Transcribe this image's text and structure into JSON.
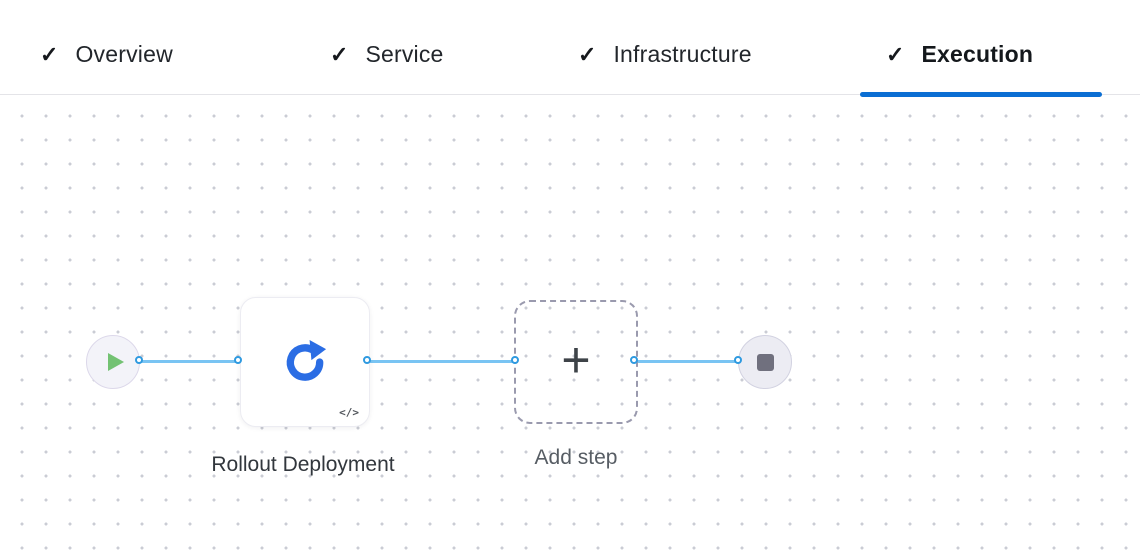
{
  "tabs": [
    {
      "label": "Overview",
      "checked": true,
      "active": false
    },
    {
      "label": "Service",
      "checked": true,
      "active": false
    },
    {
      "label": "Infrastructure",
      "checked": true,
      "active": false
    },
    {
      "label": "Execution",
      "checked": true,
      "active": true
    }
  ],
  "icons": {
    "check": "✓",
    "plus": "+",
    "code_badge": "</>"
  },
  "pipeline": {
    "nodes": {
      "start": {
        "type": "start",
        "icon": "play-icon"
      },
      "step": {
        "label": "Rollout Deployment",
        "icon": "rollout-deployment-icon",
        "badge": "</>"
      },
      "add_step": {
        "label": "Add step",
        "icon": "plus-icon"
      },
      "end": {
        "type": "stop",
        "icon": "stop-icon"
      }
    }
  },
  "colors": {
    "accent_blue": "#0b6ed3",
    "connector_blue": "#79c4f3",
    "port_border_blue": "#2f9ae0",
    "play_green": "#5cb85c",
    "stop_gray": "#70707e",
    "icon_blue": "#2b6de4"
  }
}
